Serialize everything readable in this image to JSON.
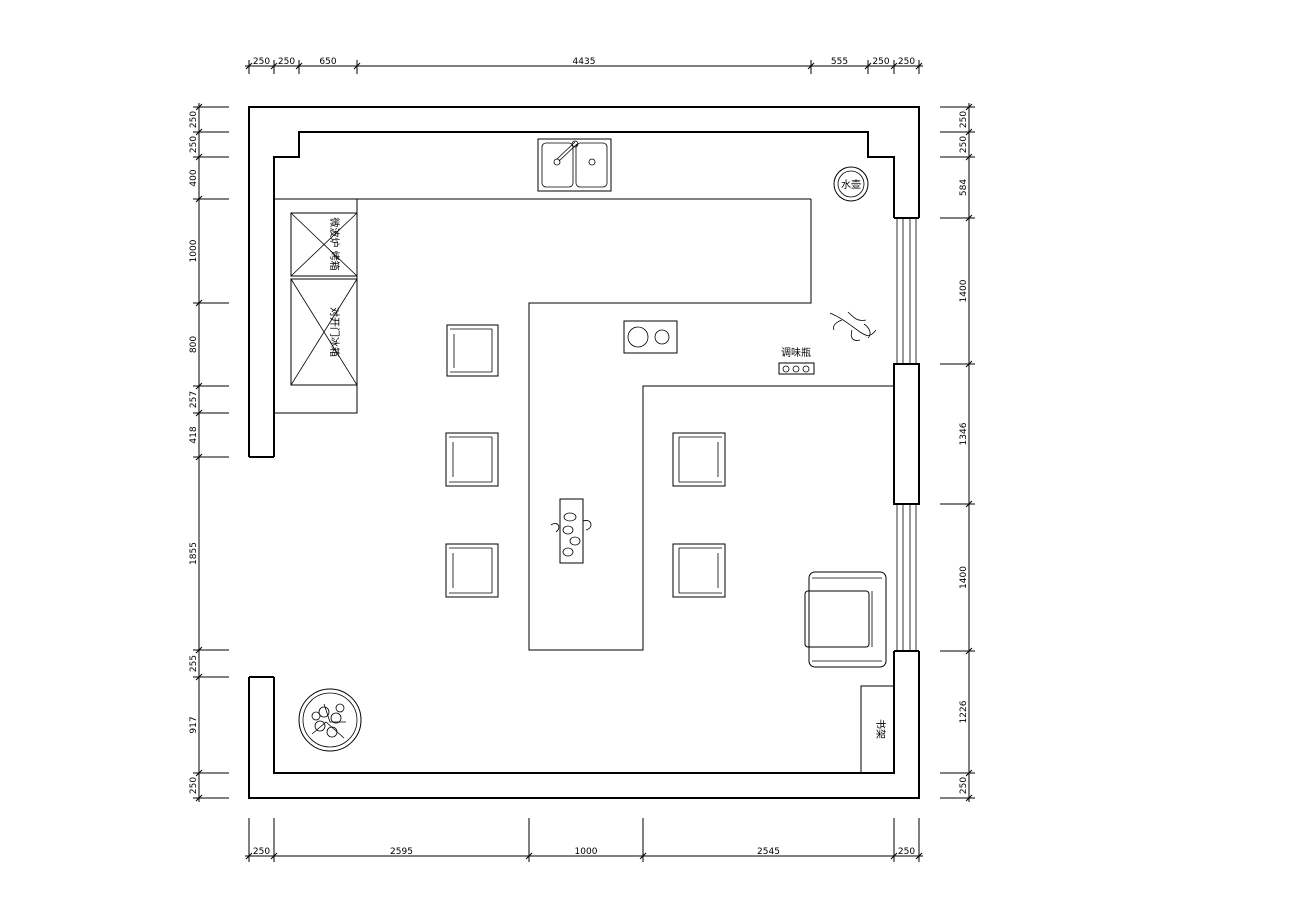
{
  "dimensions": {
    "top": [
      "250",
      "250",
      "650",
      "4435",
      "555",
      "250",
      "250"
    ],
    "bottom": [
      "250",
      "2595",
      "1000",
      "2545",
      "250"
    ],
    "left": [
      "250",
      "250",
      "400",
      "1000",
      "800",
      "257",
      "418",
      "1855",
      "255",
      "917",
      "250"
    ],
    "right": [
      "250",
      "250",
      "584",
      "1400",
      "1346",
      "1400",
      "1226",
      "250"
    ]
  },
  "labels": {
    "microwave_oven": "微波炉 烤箱",
    "fridge": "对开门冰箱",
    "kettle": "水壶",
    "seasoning": "调味瓶",
    "side_counter": "书架"
  }
}
